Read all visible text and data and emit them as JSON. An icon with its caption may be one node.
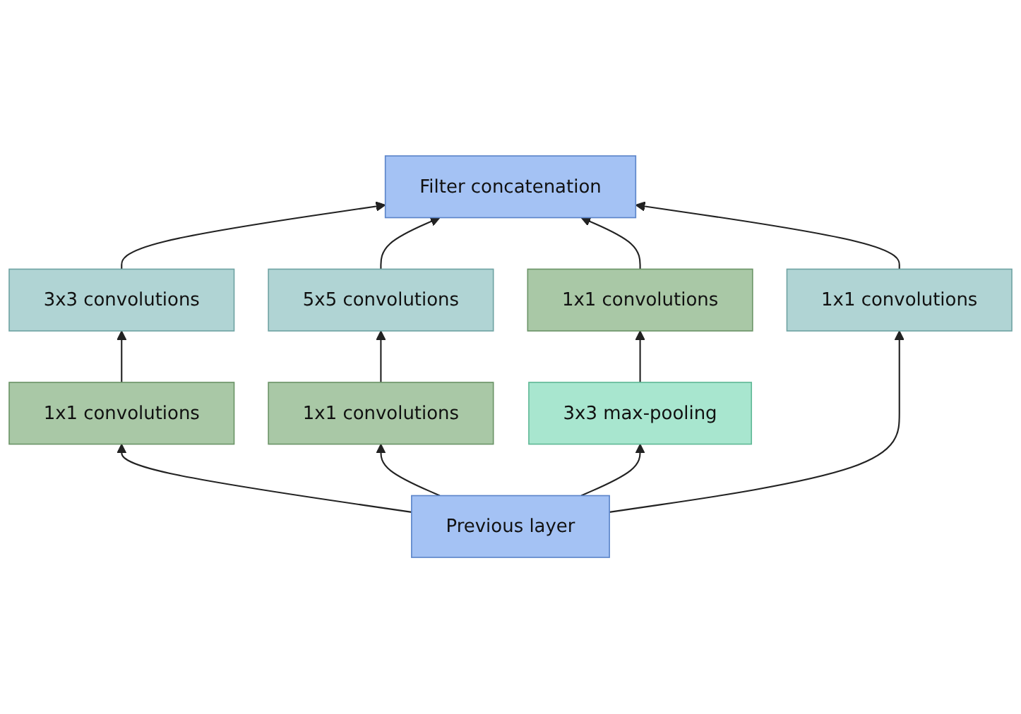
{
  "diagram": {
    "nodes": [
      {
        "text": [
          "Filter concatenation"
        ]
      },
      {
        "text": [
          "3x3 convolutions"
        ]
      },
      {
        "text": [
          "5x5 convolutions"
        ]
      },
      {
        "text": [
          "1x1 convolutions"
        ]
      },
      {
        "text": [
          "1x1 convolutions"
        ]
      },
      {
        "text": [
          "1x1 convolutions"
        ]
      },
      {
        "text": [
          "1x1 convolutions"
        ]
      },
      {
        "text": [
          "3x3 max-pooling"
        ]
      },
      {
        "text": [
          "Previous layer"
        ]
      }
    ],
    "edges": [
      {
        "from": 8,
        "to": 5,
        "arrow": "to"
      },
      {
        "from": 8,
        "to": 6,
        "arrow": "to"
      },
      {
        "from": 8,
        "to": 7,
        "arrow": "to"
      },
      {
        "from": 8,
        "to": 4,
        "arrow": "to"
      },
      {
        "from": 5,
        "to": 1,
        "arrow": "to"
      },
      {
        "from": 6,
        "to": 2,
        "arrow": "to"
      },
      {
        "from": 7,
        "to": 3,
        "arrow": "to"
      },
      {
        "from": 1,
        "to": 0,
        "arrow": "to"
      },
      {
        "from": 2,
        "to": 0,
        "arrow": "to"
      },
      {
        "from": 3,
        "to": 0,
        "arrow": "to"
      },
      {
        "from": 4,
        "to": 0,
        "arrow": "to"
      }
    ]
  }
}
